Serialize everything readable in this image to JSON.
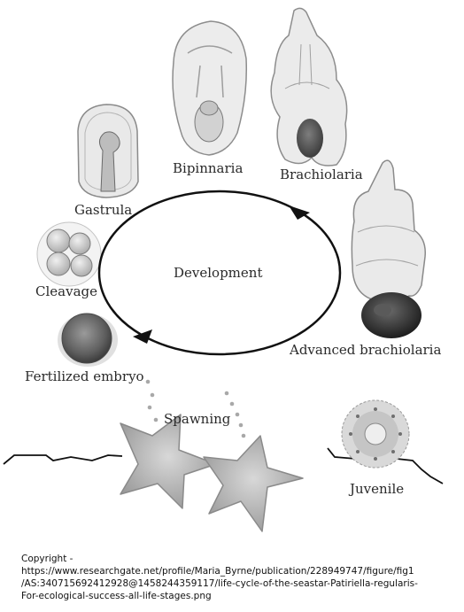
{
  "diagram": {
    "center_label": "Development",
    "stages": [
      {
        "id": "gastrula",
        "label": "Gastrula"
      },
      {
        "id": "bipinnaria",
        "label": "Bipinnaria"
      },
      {
        "id": "brachiolaria",
        "label": "Brachiolaria"
      },
      {
        "id": "advanced-brachiolaria",
        "label": "Advanced brachiolaria"
      },
      {
        "id": "cleavage",
        "label": "Cleavage"
      },
      {
        "id": "fertilized-embryo",
        "label": "Fertilized embryo"
      },
      {
        "id": "spawning",
        "label": "Spawning"
      },
      {
        "id": "juvenile",
        "label": "Juvenile"
      }
    ]
  },
  "copyright": {
    "lines": [
      "Copyright -",
      "https://www.researchgate.net/profile/Maria_Byrne/publication/228949747/figure/fig1",
      "/AS:340715692412928@1458244359117/life-cycle-of-the-seastar-Patiriella-regularis-",
      "For-ecological-success-all-life-stages.png"
    ]
  }
}
